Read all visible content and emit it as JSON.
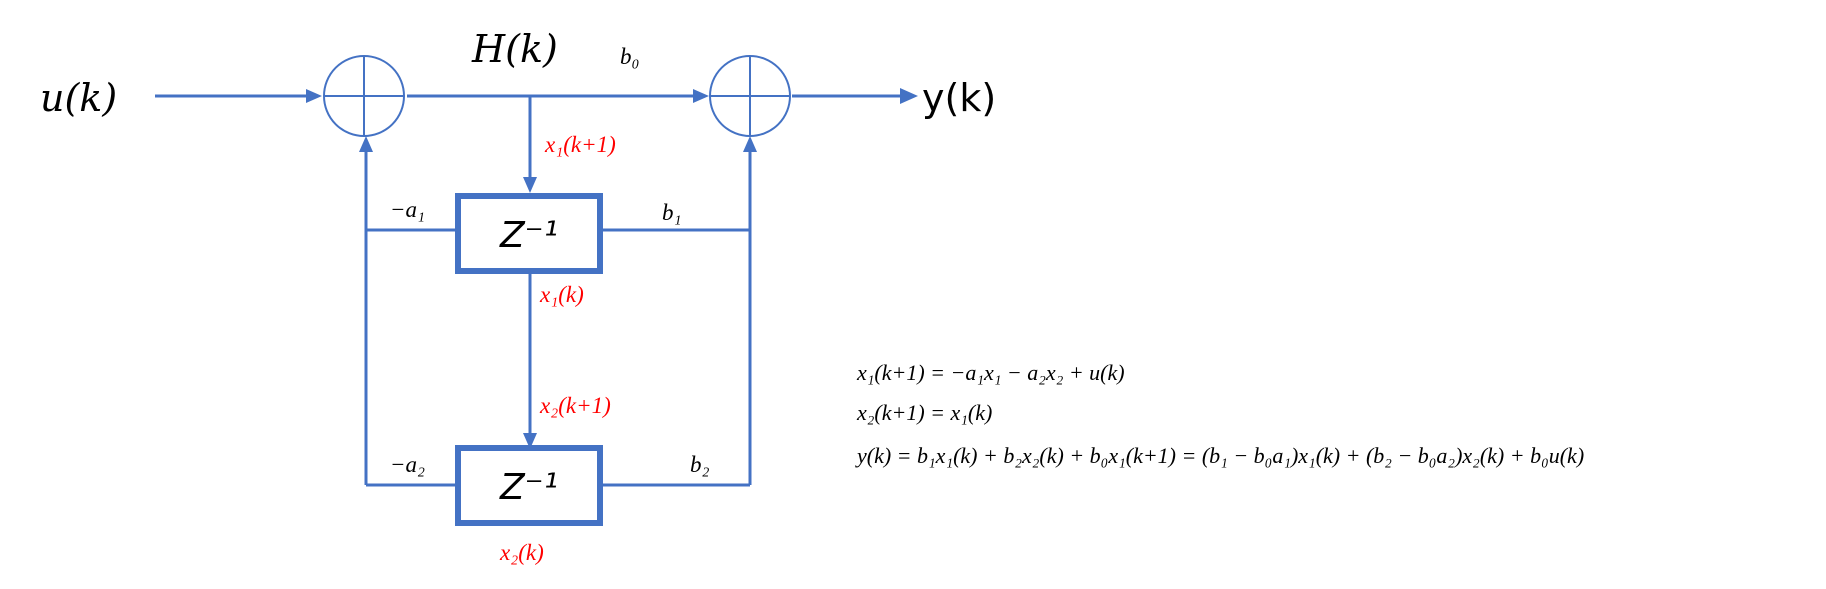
{
  "diagram": {
    "input_label": "u(k)",
    "output_label": "y(k)",
    "node_label": "H(k)",
    "delay1_label": "Z⁻¹",
    "delay2_label": "Z⁻¹",
    "coefficients": {
      "b0": "b₀",
      "b1": "b₁",
      "b2": "b₂",
      "neg_a1": "−a₁",
      "neg_a2": "−a₂"
    },
    "signals": {
      "x1_next": "x₁(k+1)",
      "x1": "x₁(k)",
      "x2_next": "x₂(k+1)",
      "x2": "x₂(k)"
    },
    "colors": {
      "line": "#4472C4",
      "signal": "#FF0000",
      "text": "#000000"
    }
  },
  "equations": [
    "x₁(k+1) = −a₁x₁ − a₂x₂ + u(k)",
    "x₂(k+1) = x₁(k)",
    "y(k) = b₁x₁(k) + b₂x₂(k) + b₀x₁(k+1) = (b₁ − b₀a₁)x₁(k) + (b₂ − b₀a₂)x₂(k) + b₀u(k)"
  ]
}
